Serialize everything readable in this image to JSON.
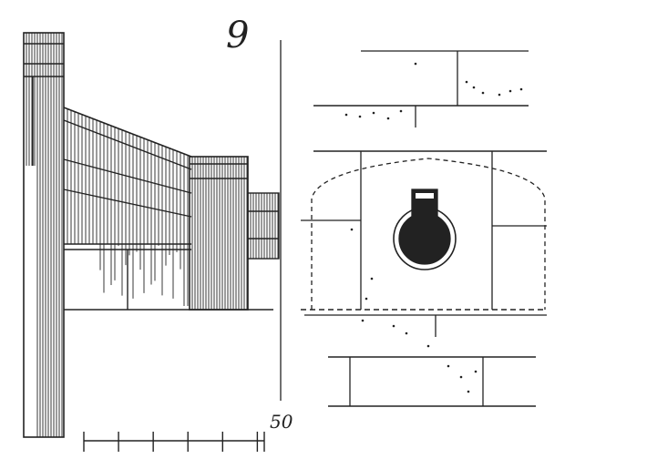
{
  "figure": {
    "number": "9",
    "scale_bar": {
      "end_label": "50",
      "divisions": 5
    },
    "colors": {
      "ink": "#222222",
      "paper": "#ffffff"
    }
  }
}
